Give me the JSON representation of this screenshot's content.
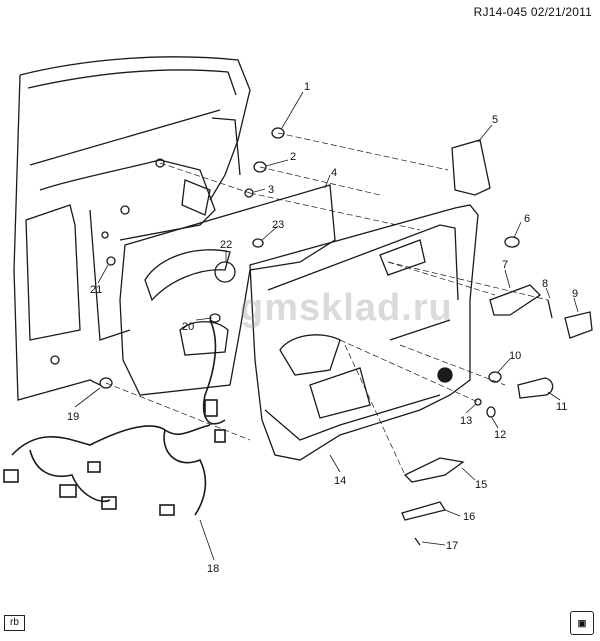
{
  "header": {
    "reference": "RJ14-045  02/21/2011"
  },
  "watermark": "gmsklad.ru",
  "footer": {
    "tag": "rb"
  },
  "callouts": [
    {
      "id": "1",
      "label": "1"
    },
    {
      "id": "2",
      "label": "2"
    },
    {
      "id": "3",
      "label": "3"
    },
    {
      "id": "4",
      "label": "4"
    },
    {
      "id": "5",
      "label": "5"
    },
    {
      "id": "6",
      "label": "6"
    },
    {
      "id": "7",
      "label": "7"
    },
    {
      "id": "8",
      "label": "8"
    },
    {
      "id": "9",
      "label": "9"
    },
    {
      "id": "10",
      "label": "10"
    },
    {
      "id": "11",
      "label": "11"
    },
    {
      "id": "12",
      "label": "12"
    },
    {
      "id": "13",
      "label": "13"
    },
    {
      "id": "14",
      "label": "14"
    },
    {
      "id": "15",
      "label": "15"
    },
    {
      "id": "16",
      "label": "16"
    },
    {
      "id": "17",
      "label": "17"
    },
    {
      "id": "18",
      "label": "18"
    },
    {
      "id": "19",
      "label": "19"
    },
    {
      "id": "20",
      "label": "20"
    },
    {
      "id": "21",
      "label": "21"
    },
    {
      "id": "22",
      "label": "22"
    },
    {
      "id": "23",
      "label": "23"
    }
  ]
}
